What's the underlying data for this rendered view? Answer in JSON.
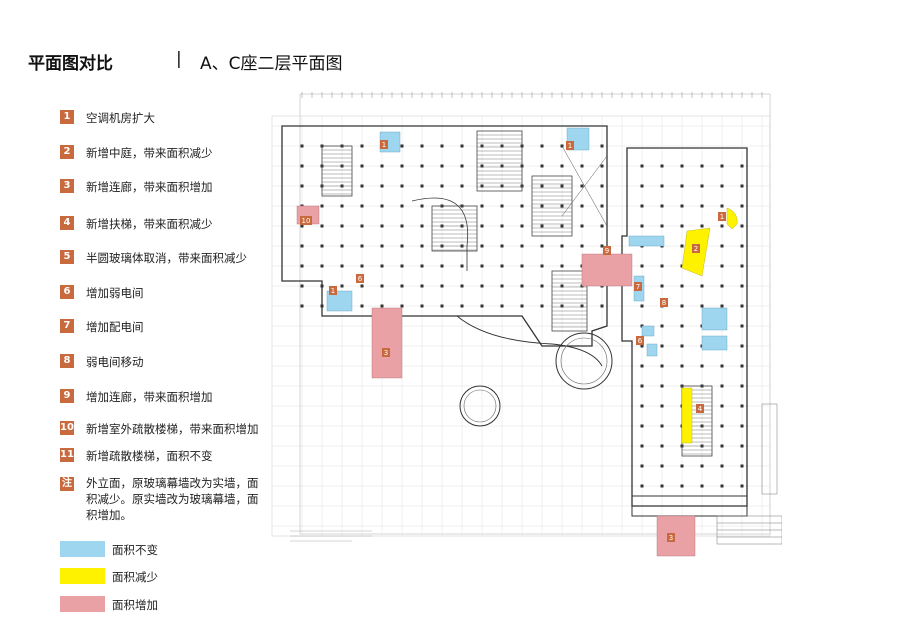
{
  "header": {
    "title": "平面图对比",
    "separator": "|",
    "subtitle": "A、C座二层平面图"
  },
  "legend_items": [
    {
      "num": "1",
      "text": "空调机房扩大"
    },
    {
      "num": "2",
      "text": "新增中庭，带来面积减少"
    },
    {
      "num": "3",
      "text": "新增连廊，带来面积增加"
    },
    {
      "num": "4",
      "text": "新增扶梯，带来面积减少"
    },
    {
      "num": "5",
      "text": "半圆玻璃体取消，带来面积减少"
    },
    {
      "num": "6",
      "text": "增加弱电间"
    },
    {
      "num": "7",
      "text": "增加配电间"
    },
    {
      "num": "8",
      "text": "弱电间移动"
    },
    {
      "num": "9",
      "text": "增加连廊，带来面积增加"
    },
    {
      "num": "10",
      "text": "新增室外疏散楼梯，带来面积增加"
    },
    {
      "num": "11",
      "text": "新增疏散楼梯，面积不变"
    }
  ],
  "note": {
    "badge": "注",
    "text": "外立面，原玻璃幕墙改为实墙，面积减少。原实墙改为玻璃幕墙，面积增加。"
  },
  "swatches": [
    {
      "label": "面积不变",
      "color": "#9dd6ee"
    },
    {
      "label": "面积减少",
      "color": "#fff200"
    },
    {
      "label": "面积增加",
      "color": "#e9a1a6"
    }
  ],
  "plan_marks": {
    "m1a": "1",
    "m1b": "1",
    "m1c": "1",
    "m1d": "1",
    "m2": "2",
    "m3a": "3",
    "m3b": "3",
    "m4": "4",
    "m6a": "6",
    "m6b": "6",
    "m7": "7",
    "m8": "8",
    "m9": "9",
    "m10": "10"
  },
  "colors": {
    "badge": "#c8693e",
    "unchanged": "#9dd6ee",
    "reduced": "#fff200",
    "increased": "#e9a1a6"
  }
}
